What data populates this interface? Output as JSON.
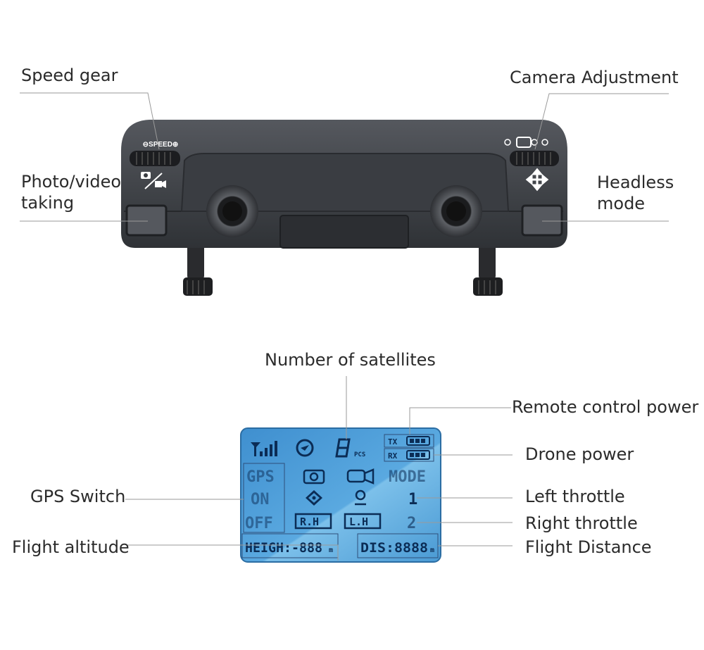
{
  "labels": {
    "speed_gear": "Speed gear",
    "camera_adjustment": "Camera Adjustment",
    "photo_video_line1": "Photo/video",
    "photo_video_line2": "taking",
    "headless_line1": "Headless",
    "headless_line2": "mode",
    "satellites": "Number of satellites",
    "remote_power": "Remote control power",
    "drone_power": "Drone power",
    "gps_switch": "GPS Switch",
    "left_throttle": "Left throttle",
    "right_throttle": "Right throttle",
    "flight_altitude": "Flight altitude",
    "flight_distance": "Flight Distance"
  },
  "controller": {
    "speed_text": "⊖SPEED⊕"
  },
  "lcd": {
    "pcs": "PCS",
    "tx": "TX",
    "rx": "RX",
    "gps": "GPS",
    "on": "ON",
    "off": "OFF",
    "mode": "MODE",
    "mode_1": "1",
    "mode_2": "2",
    "rh": "R.H",
    "lh": "L.H",
    "heigh": "HEIGH:-888",
    "heigh_unit": "m",
    "dis": "DIS:8888",
    "dis_unit": "m"
  },
  "colors": {
    "controller_body": "#3c3f44",
    "lcd_bg": "#4a9ad4",
    "lcd_segment": "#0b2c55",
    "leader_line": "#9a9a9a"
  }
}
